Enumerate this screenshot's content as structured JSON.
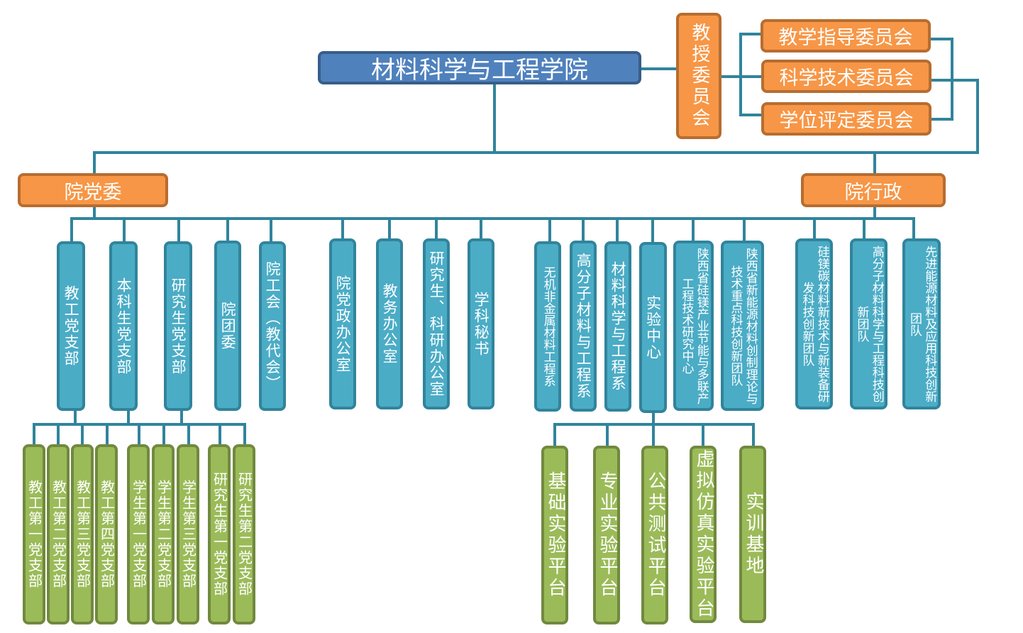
{
  "title": "材料科学与工程学院",
  "colors": {
    "root": "#4F81BD",
    "orange": "#F79646",
    "teal": "#4BACC6",
    "green": "#9BBB59",
    "connector": "#31849B"
  },
  "professor_committee": {
    "label": "教授委员会",
    "subcommittees": [
      "教学指导委员会",
      "科学技术委员会",
      "学位评定委员会"
    ]
  },
  "party_committee": {
    "label": "院党委",
    "units": [
      {
        "label": "教工党支部",
        "branches": [
          "教工第一党支部",
          "教工第二党支部",
          "教工第三党支部",
          "教工第四党支部"
        ]
      },
      {
        "label": "本科生党支部",
        "branches": [
          "学生第一党支部",
          "学生第二党支部",
          "学生第三党支部"
        ]
      },
      {
        "label": "研究生党支部",
        "branches": [
          "研究生第一党支部",
          "研究生第二党支部"
        ]
      },
      {
        "label": "院团委"
      },
      {
        "label": "院工会（教代会）"
      }
    ]
  },
  "administration": {
    "label": "院行政",
    "offices": [
      "院党政办公室",
      "教务办公室",
      "研究生、科研办公室",
      "学科秘书"
    ],
    "departments": [
      "无机非金属材料工程系",
      "高分子材料与工程系",
      "材料科学与工程系"
    ],
    "lab_center": {
      "label": "实验中心",
      "platforms": [
        "基础实验平台",
        "专业实验平台",
        "公共测试平台",
        "虚拟仿真实验平台",
        "实训基地"
      ]
    },
    "research": [
      "陕西省硅镁产业节能与多联产工程技术研究中心",
      "陕西省新能源材料创制理论与技术重点科技创新团队",
      "硅镁碳材料新技术与新装备研发科技创新团队",
      "高分子材料科学与工程科技创新团队",
      "先进能源材料及应用科技创新团队"
    ]
  }
}
